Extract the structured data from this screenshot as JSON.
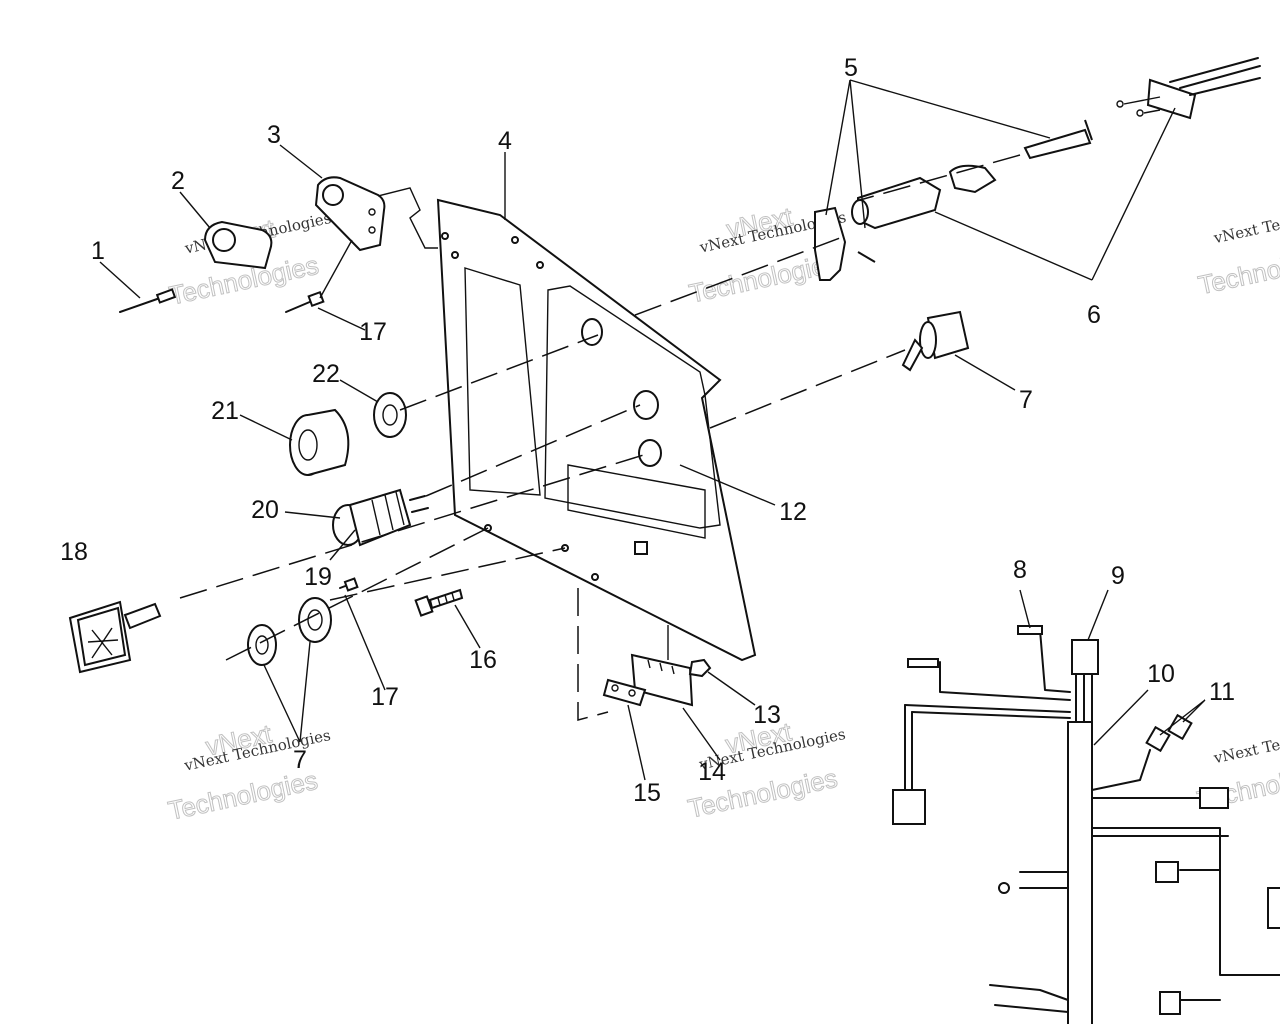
{
  "callouts": {
    "c1": "1",
    "c2": "2",
    "c3": "3",
    "c4": "4",
    "c5": "5",
    "c6": "6",
    "c7": "7",
    "c7b": "7",
    "c8": "8",
    "c9": "9",
    "c10": "10",
    "c11": "11",
    "c12": "12",
    "c13": "13",
    "c14": "14",
    "c15": "15",
    "c16": "16",
    "c17a": "17",
    "c17b": "17",
    "c18": "18",
    "c19": "19",
    "c20": "20",
    "c21": "21",
    "c22": "22"
  },
  "watermark": {
    "line1": "vNext Technologies",
    "line2a": "vNext",
    "line2b": "Technologies"
  }
}
